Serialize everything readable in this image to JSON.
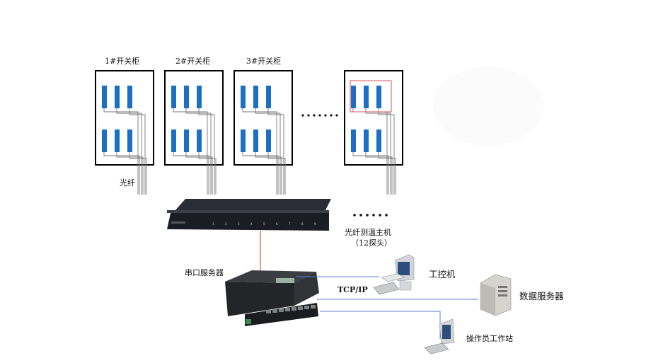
{
  "cabinets": [
    {
      "label": "1#开关柜"
    },
    {
      "label": "2#开关柜"
    },
    {
      "label": "3#开关柜"
    },
    {
      "label": ""
    }
  ],
  "labels": {
    "fiber": "光纤",
    "host": "光纤测温主机",
    "host_probes": "（12探头）",
    "serial_server": "串口服务器",
    "protocol": "TCP/IP",
    "ipc": "工控机",
    "db_server": "数据服务器",
    "operator": "操作员工作站"
  },
  "colors": {
    "probe": "#1c6fc4",
    "fiber_line": "#777777",
    "frame": "#000000",
    "highlight": "#d9534f",
    "network_line": "#5b7fd0",
    "serial_line": "#c0392b"
  },
  "icons": [
    "cabinet-frame",
    "temperature-probe",
    "fiber-bundle",
    "rack-host",
    "serial-server",
    "desktop-computer",
    "tower-server",
    "workstation"
  ]
}
